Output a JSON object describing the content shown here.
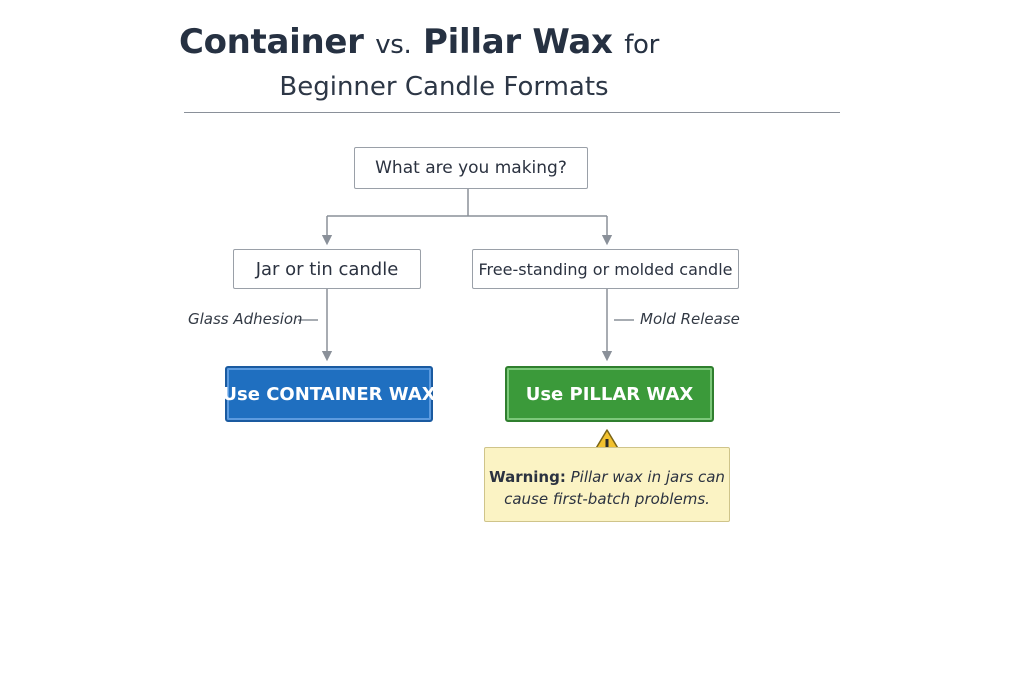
{
  "title": {
    "part1": "Container",
    "part2": "vs.",
    "part3": "Pillar Wax",
    "part4": "for",
    "line2": "Beginner Candle Formats"
  },
  "nodes": {
    "question": "What are you making?",
    "jar": "Jar or tin candle",
    "pillar": "Free-standing or molded candle"
  },
  "edges": {
    "left_label": "Glass Adhesion",
    "right_label": "Mold Release"
  },
  "results": {
    "container": "Use CONTAINER WAX",
    "pillar": "Use PILLAR WAX"
  },
  "warning": {
    "label": "Warning:",
    "text_line1": "Pillar wax in jars can",
    "text_line2": "cause first-batch problems."
  },
  "colors": {
    "container_result": "#1f6fc0",
    "pillar_result": "#3b9a3a",
    "warning_bg": "#fbf3c4",
    "warning_icon": "#f2c12e",
    "connector": "#8a9099"
  },
  "icons": {
    "warning": "warning-triangle-icon"
  }
}
